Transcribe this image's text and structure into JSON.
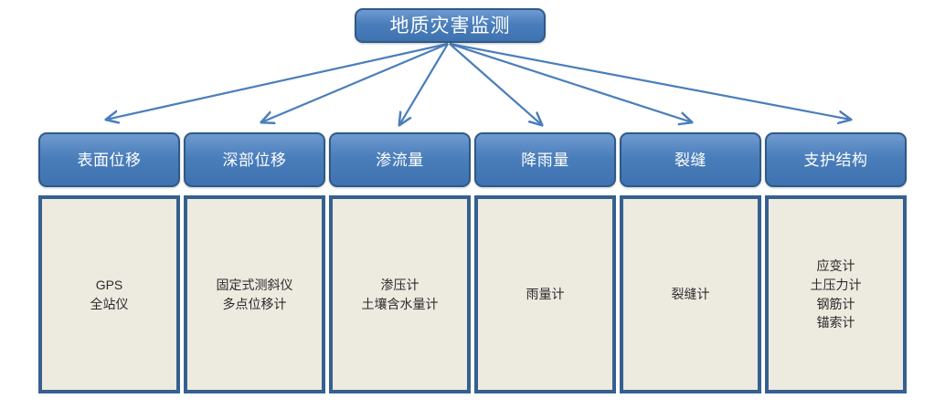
{
  "diagram": {
    "type": "hierarchy-tree",
    "title": "地质灾害监测",
    "colors": {
      "node_fill": "#4A7EBB",
      "node_border": "#2E5A87",
      "node_text": "#FFFFFF",
      "panel_fill": "#EDEAE0",
      "panel_border": "#35608F",
      "panel_text": "#2B2B2B",
      "connector": "#4A7EBB",
      "background": "#FFFFFF"
    },
    "root": {
      "label": "地质灾害监测"
    },
    "branches": [
      {
        "label": "表面位移",
        "items": [
          "GPS",
          "全站仪"
        ],
        "items_text": "GPS\n全站仪"
      },
      {
        "label": "深部位移",
        "items": [
          "固定式测斜仪",
          "多点位移计"
        ],
        "items_text": "固定式测斜仪\n多点位移计"
      },
      {
        "label": "渗流量",
        "items": [
          "渗压计",
          "土壤含水量计"
        ],
        "items_text": "渗压计\n土壤含水量计"
      },
      {
        "label": "降雨量",
        "items": [
          "雨量计"
        ],
        "items_text": "雨量计"
      },
      {
        "label": "裂缝",
        "items": [
          "裂缝计"
        ],
        "items_text": "裂缝计"
      },
      {
        "label": "支护结构",
        "items": [
          "应变计",
          "土压力计",
          "钢筋计",
          "锚索计"
        ],
        "items_text": "应变计\n土压力计\n钢筋计\n锚索计"
      }
    ]
  }
}
